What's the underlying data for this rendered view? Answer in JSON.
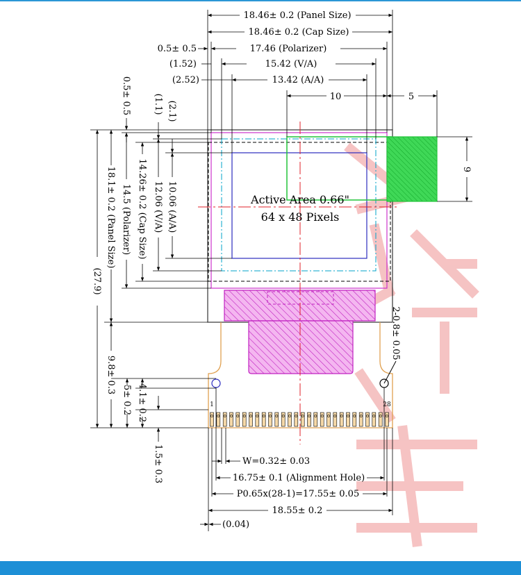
{
  "colors": {
    "panel_outline": "#333333",
    "polarizer": "#cc33cc",
    "active_area": "#2b2bbf",
    "cap_dashed": "#00a3c9",
    "green_zone": "#22c43a",
    "fpc": "#e0a050",
    "center_line": "#e0202a",
    "watermark": "#f2aaaa",
    "header_rule": "#2b96d5",
    "footer_bar": "#1d8fd6"
  },
  "top_dimensions": {
    "panel_size": "18.46± 0.2 (Panel Size)",
    "cap_size": "18.46± 0.2 (Cap Size)",
    "polarizer_offset": "0.5± 0.5",
    "polarizer": "17.46 (Polarizer)",
    "va_offset": "(1.52)",
    "va": "15.42 (V/A)",
    "aa_offset": "(2.52)",
    "aa": "13.42 (A/A)",
    "green_offset": "10",
    "green_width": "5"
  },
  "left_dimensions": {
    "polarizer_offset": "0.5± 0.5",
    "va_offset": "(1.1)",
    "aa_offset": "(2.1)",
    "aa": "10.06 (A/A)",
    "va": "12.06 (V/A)",
    "cap_size": "14.26± 0.2 (Cap Size)",
    "polarizer": "14.5 (Polarizer)",
    "panel_size": "18.1± 0.2 (Panel Size)",
    "total": "(27.9)",
    "fpc_length": "9.8± 0.3",
    "hole_to_edge": "5± 0.2",
    "hole_height": "4.1± 0.2",
    "pin_length": "1.5± 0.3"
  },
  "right_dimensions": {
    "green_height": "9",
    "alignment_hole_dia": "2-0.8± 0.05"
  },
  "center_text": {
    "line1": "Active Area 0.66\"",
    "line2": "64 x 48 Pixels"
  },
  "pins": {
    "first": "1",
    "last": "28",
    "count": 28
  },
  "bottom_dimensions": {
    "pin_width": "W=0.32± 0.03",
    "alignment_hole": "16.75± 0.1 (Alignment Hole)",
    "pitch": "P0.65x(28-1)=17.55± 0.05",
    "total_width": "18.55± 0.2",
    "offset": "(0.04)"
  }
}
